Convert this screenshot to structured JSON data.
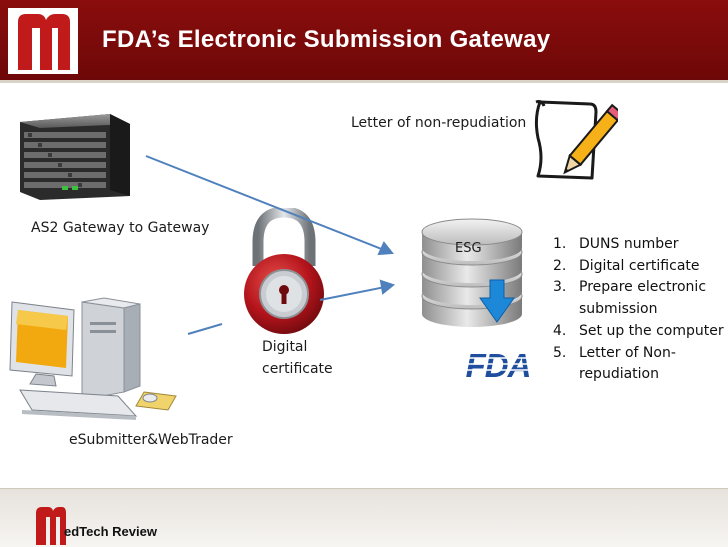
{
  "header": {
    "title": "FDA’s Electronic Submission Gateway"
  },
  "diagram": {
    "server_label": "AS2 Gateway to Gateway",
    "computer_label": "eSubmitter&WebTrader",
    "letter_label": "Letter of non-repudiation",
    "lock_label_line1": "Digital",
    "lock_label_line2": "certificate",
    "esg_label": "ESG",
    "fda_logo_text": "FDA"
  },
  "steps": [
    {
      "num": "1.",
      "text": "DUNS number"
    },
    {
      "num": "2.",
      "text": "Digital certificate"
    },
    {
      "num": "3.",
      "text": "Prepare electronic submission"
    },
    {
      "num": "4.",
      "text": "Set up the computer"
    },
    {
      "num": "5.",
      "text": "Letter of Non-repudiation"
    }
  ],
  "footer": {
    "brand_initial": "m",
    "brand_text": "edTech Review"
  },
  "colors": {
    "brand_red": "#8a0d0d",
    "arrow_blue": "#4f81bd",
    "fda_blue": "#1f4e9e"
  }
}
